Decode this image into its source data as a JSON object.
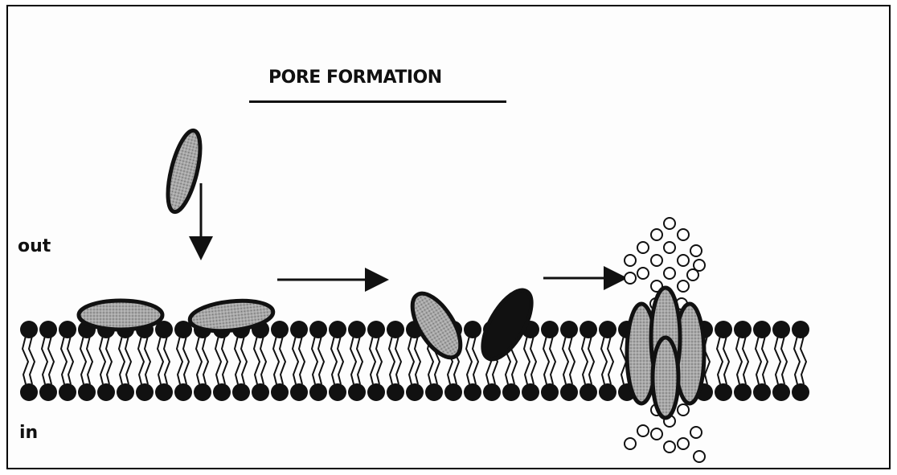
{
  "diagram": {
    "title": "PORE FORMATION",
    "label_out": "out",
    "label_in": "in"
  },
  "colors": {
    "ink": "#111111",
    "protein_fill": "#9a9a9a",
    "background": "#ffffff"
  }
}
